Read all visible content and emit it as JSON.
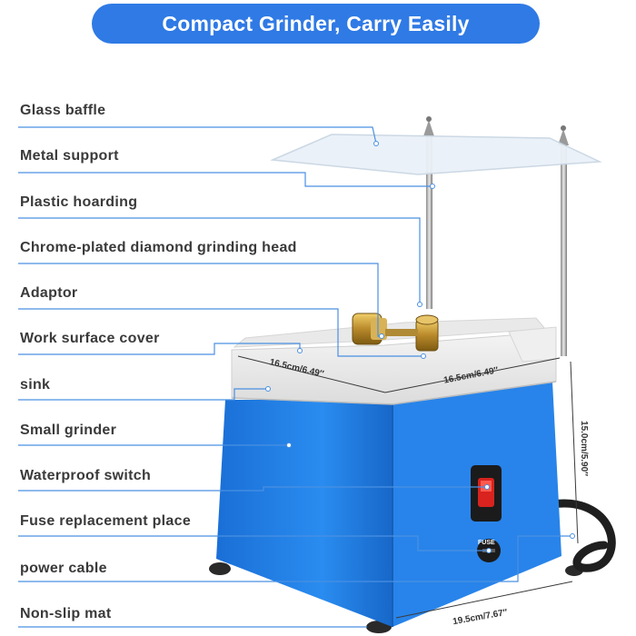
{
  "title": "Compact Grinder, Carry Easily",
  "labels": [
    "Glass baffle",
    "Metal support",
    "Plastic hoarding",
    "Chrome-plated diamond grinding head",
    "Adaptor",
    "Work surface cover",
    "sink",
    "Small grinder",
    "Waterproof switch",
    "Fuse replacement place",
    "power cable",
    "Non-slip mat"
  ],
  "dimensions": {
    "depth": "16.5cm/6.49′′",
    "width": "16.5cm/6.49′′",
    "height": "15.0cm/5.90′′",
    "base": "19.5cm/7.67′′"
  },
  "switch_marking": "FUSE",
  "colors": {
    "accent": "#2f7ae5",
    "body_blue": "#1e7fe0",
    "leader_line": "#4a90e2"
  }
}
